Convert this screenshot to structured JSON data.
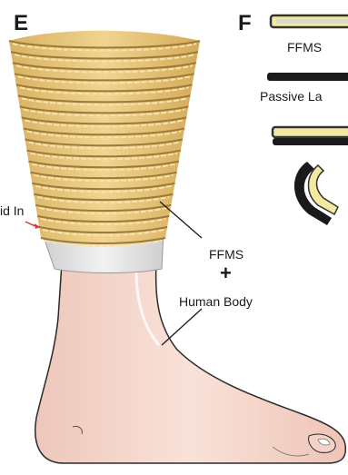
{
  "panels": {
    "left_letter": "E",
    "right_letter": "F"
  },
  "labels": {
    "fluid_in": "id In",
    "ffms": "FFMS",
    "plus": "+",
    "human_body": "Human Body",
    "ffms_right": "FFMS",
    "passive_layer": "Passive La"
  },
  "colors": {
    "coil": "#e3c377",
    "coil_shadow": "#b89448",
    "skin": "#f7dcd2",
    "skin_outline": "#2a2a2a",
    "sleeve": "#e6e6e6",
    "arrow_red": "#d23a2a",
    "layer_yellow": "#f3eaa0"
  }
}
